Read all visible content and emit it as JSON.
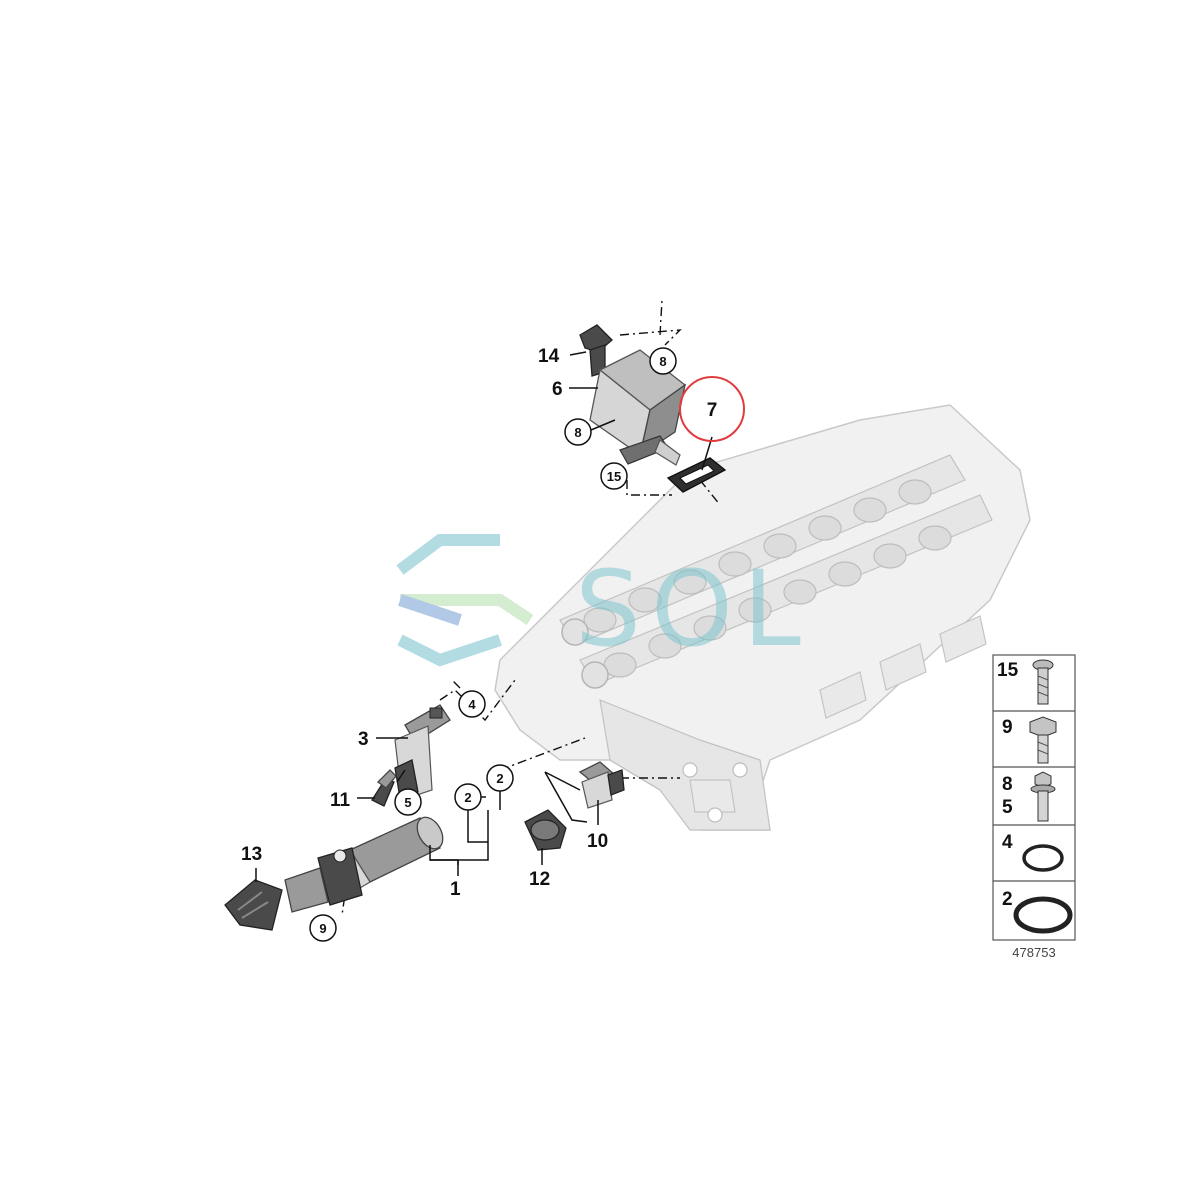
{
  "diagram_number": "478753",
  "watermark": {
    "text": "SOL"
  },
  "colors": {
    "highlight_circle": "#e23b3b",
    "watermark_teal": "#7fc6cf",
    "watermark_blue": "#7ea6d8",
    "watermark_green": "#b8e0b0",
    "line": "#111111"
  },
  "callouts": {
    "p14": "14",
    "p6": "6",
    "p8a": "8",
    "p8b": "8",
    "p7": "7",
    "p15": "15",
    "p4": "4",
    "p3": "3",
    "p5": "5",
    "p11": "11",
    "p2a": "2",
    "p2b": "2",
    "p1": "1",
    "p10": "10",
    "p12": "12",
    "p13": "13",
    "p9": "9"
  },
  "legend": {
    "rows": [
      {
        "labels": [
          "15"
        ],
        "icon": "torx-bolt-icon"
      },
      {
        "labels": [
          "9"
        ],
        "icon": "hex-bolt-icon"
      },
      {
        "labels": [
          "8",
          "5"
        ],
        "icon": "flange-bolt-icon"
      },
      {
        "labels": [
          "4"
        ],
        "icon": "small-o-ring-icon"
      },
      {
        "labels": [
          "2"
        ],
        "icon": "large-o-ring-icon"
      }
    ]
  }
}
